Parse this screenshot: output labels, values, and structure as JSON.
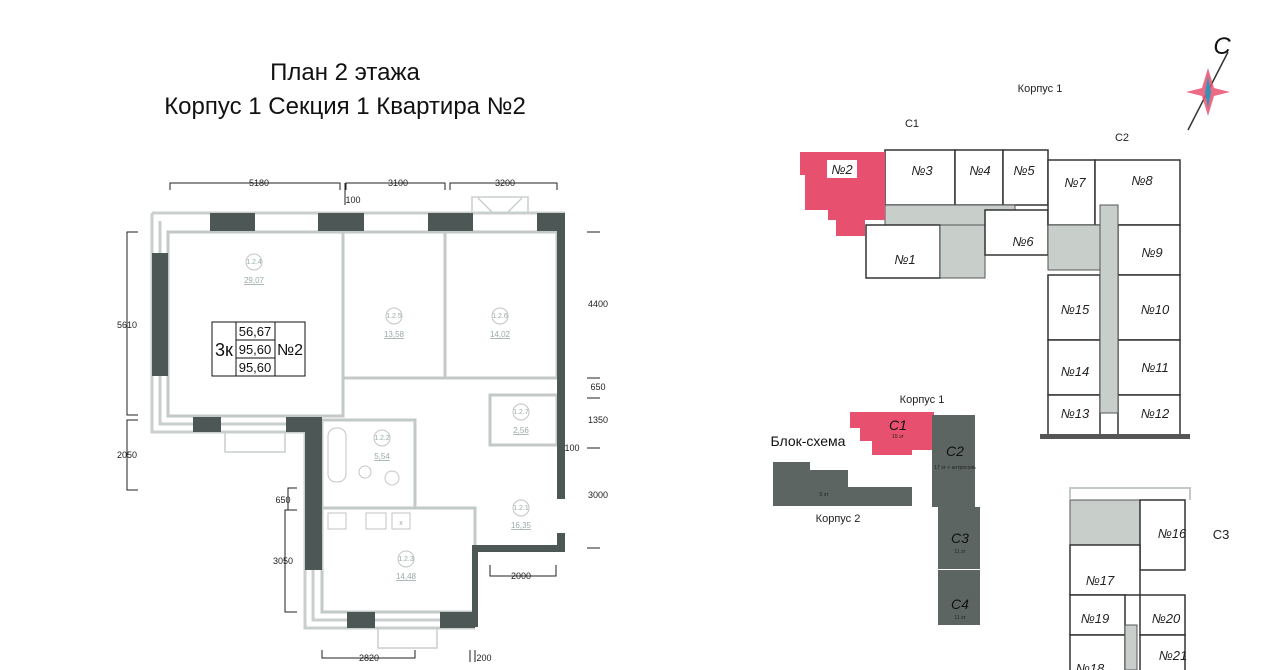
{
  "title": {
    "line1": "План 2 этажа",
    "line2": "Корпус 1 Секция 1 Квартира №2"
  },
  "dimensions": {
    "top": [
      "5180",
      "3100",
      "3200"
    ],
    "top_gap": "100",
    "left": [
      "5610",
      "2050"
    ],
    "right": [
      "4400",
      "650",
      "1350",
      "100",
      "3000"
    ],
    "inner_left": [
      "650",
      "3050"
    ],
    "bottom": [
      "2000",
      "2820",
      "200"
    ]
  },
  "rooms": [
    {
      "id": "1.2.4",
      "area": "29,07"
    },
    {
      "id": "1.2.5",
      "area": "13,58"
    },
    {
      "id": "1.2.6",
      "area": "14,02"
    },
    {
      "id": "1.2.7",
      "area": "2,56"
    },
    {
      "id": "1.2.2",
      "area": "5,54"
    },
    {
      "id": "1.2.1",
      "area": "16,35"
    },
    {
      "id": "1.2.3",
      "area": "14,48"
    }
  ],
  "info_box": {
    "rooms": "3к",
    "living_area": "56,67",
    "total_area": "95,60",
    "total_area_2": "95,60",
    "number": "№2"
  },
  "accent_color": "#e8506f",
  "compass": {
    "label": "С"
  },
  "building": {
    "korpus_label": "Корпус 1",
    "sections": [
      "С1",
      "С2",
      "С3"
    ],
    "apartments": [
      "№1",
      "№2",
      "№3",
      "№4",
      "№5",
      "№6",
      "№7",
      "№8",
      "№9",
      "№10",
      "№11",
      "№12",
      "№13",
      "№14",
      "№15",
      "№16",
      "№17",
      "№18",
      "№19",
      "№20",
      "№21"
    ]
  },
  "block_scheme": {
    "title": "Блок-схема",
    "korpus1": "Корпус 1",
    "korpus2": "Корпус 2",
    "korpus2_floors": "5 эт",
    "sections": [
      {
        "name": "С1",
        "floors": "15 эт"
      },
      {
        "name": "С2",
        "floors": "17 эт + антресоль"
      },
      {
        "name": "С3",
        "floors": "11 эт"
      },
      {
        "name": "С4",
        "floors": "11 эт"
      }
    ]
  }
}
